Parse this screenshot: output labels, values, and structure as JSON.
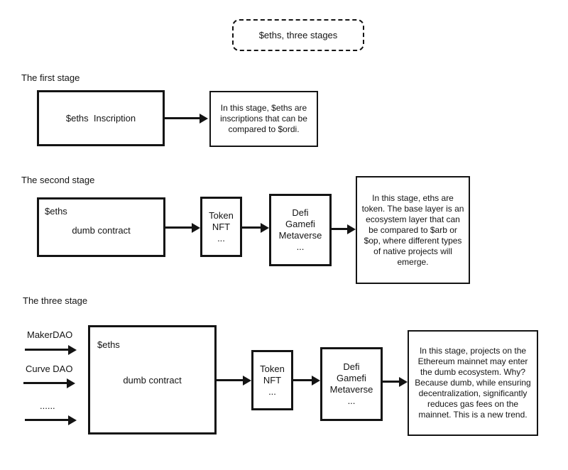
{
  "title": "$eths, three stages",
  "colors": {
    "line": "#141414",
    "background": "#ffffff"
  },
  "stage1": {
    "label": "The first stage",
    "inscription_box": "$eths  Inscription",
    "description": "In this stage, $eths are\ninscriptions that can be\ncompared to $ordi."
  },
  "stage2": {
    "label": "The second stage",
    "contract_tag": "$eths",
    "contract_box": "dumb contract",
    "token_box": "Token\nNFT\n...",
    "defi_box": "Defi\nGamefi\nMetaverse\n...",
    "description": "In this stage, eths are\ntoken. The base layer is an\necosystem layer that can\nbe compared to $arb or\n$op, where different types\nof native projects will\nemerge."
  },
  "stage3": {
    "label": "The three stage",
    "inputs": [
      "MakerDAO",
      "Curve DAO",
      "......"
    ],
    "contract_tag": "$eths",
    "contract_box": "dumb contract",
    "token_box": "Token\nNFT\n...",
    "defi_box": "Defi\nGamefi\nMetaverse\n...",
    "description": "In this stage, projects on the\nEthereum mainnet may enter\nthe dumb ecosystem. Why?\nBecause dumb, while ensuring\ndecentralization, significantly\nreduces gas fees on the\nmainnet. This is a new trend."
  }
}
